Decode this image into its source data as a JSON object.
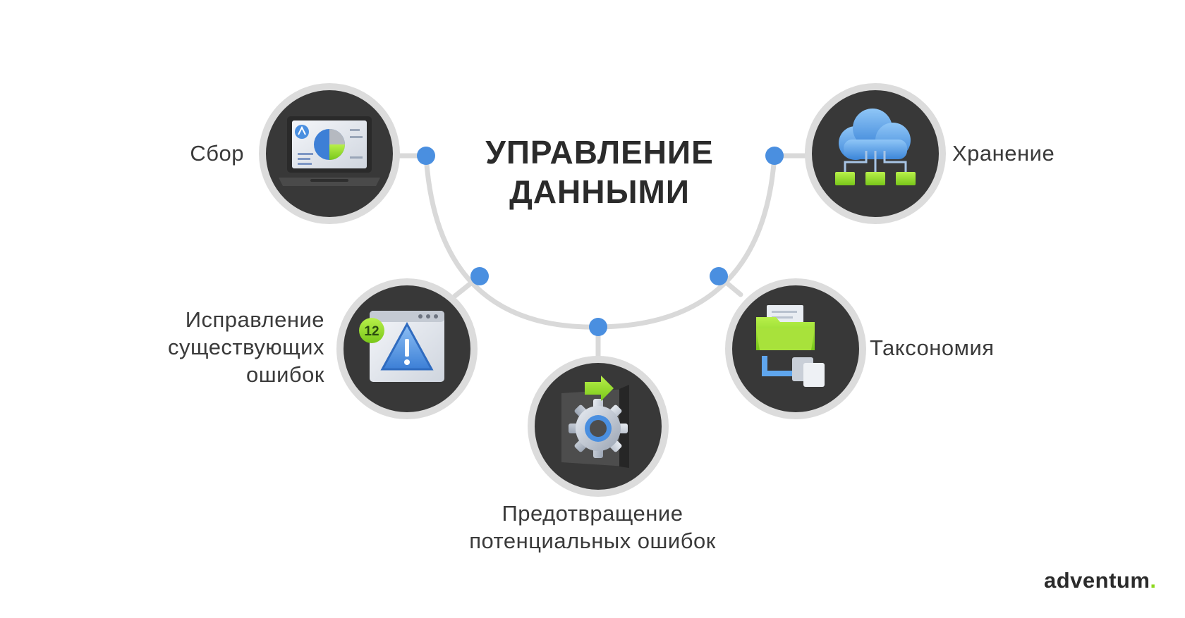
{
  "title": {
    "line1": "УПРАВЛЕНИЕ",
    "line2": "ДАННЫМИ"
  },
  "nodes": {
    "collect": {
      "label": "Сбор",
      "icon": "laptop-chart-icon"
    },
    "storage": {
      "label": "Хранение",
      "icon": "cloud-network-icon"
    },
    "fix": {
      "label_lines": [
        "Исправление",
        "существующих",
        "ошибок"
      ],
      "icon": "warning-window-icon",
      "badge": "12"
    },
    "taxonomy": {
      "label": "Таксономия",
      "icon": "folder-tree-icon"
    },
    "prevent": {
      "label_lines": [
        "Предотвращение",
        "потенциальных ошибок"
      ],
      "icon": "gear-arrow-icon"
    }
  },
  "logo": {
    "text": "adventum",
    "dot": "."
  },
  "colors": {
    "ring": "#dcdcdc",
    "circle": "#383838",
    "connector": "#d9d9d9",
    "dot": "#4a8fe0",
    "accent_green": "#9be22a",
    "cloud_blue": "#5fa6ee",
    "text": "#3a3a3a"
  }
}
